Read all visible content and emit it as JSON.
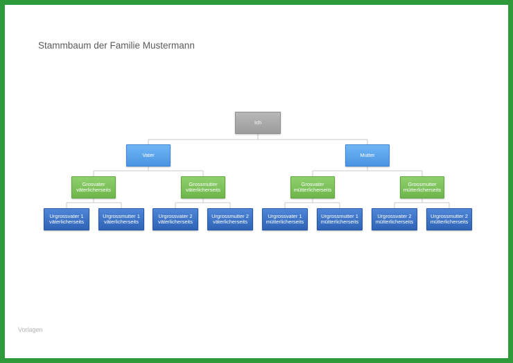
{
  "title": "Stammbaum der Familie Mustermann",
  "footer": "Vorlagen",
  "colors": {
    "frame": "#2f9a3a",
    "root": "#a7a7a7",
    "parents": "#5aa3ec",
    "grandparents": "#7cc25a",
    "great_grandparents": "#3a72c8",
    "connector": "#c8c8c8"
  },
  "tree": {
    "root": "Ich",
    "parents": [
      "Vater",
      "Mutter"
    ],
    "grandparents": [
      "Grosvater\nväterlicherseits",
      "Grossmutter\nväterlicherseits",
      "Grosvater\nmütterlicherseits",
      "Grossmutter\nmütterlicherseits"
    ],
    "great_grandparents": [
      "Urgrossvater 1\nväterlicherseits",
      "Urgrossmutter 1\nväterlicherseits",
      "Urgrossvater 2\nväterlicherseits",
      "Urgrossmutter 2\nväterlicherseits",
      "Urgrossvater 1\nmütterlicherseits",
      "Urgrossmutter 1\nmütterlicherseits",
      "Urgrossvater 2\nmütterlicherseits",
      "Urgrossmutter 2\nmütterlicherseits"
    ]
  }
}
